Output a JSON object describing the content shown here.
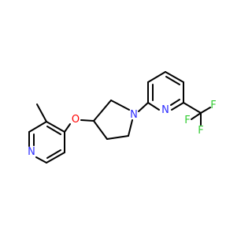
{
  "molecule": {
    "colors": {
      "bond": "#000000",
      "nitrogen": "#2b2bff",
      "oxygen": "#ff0000",
      "fluorine": "#33cc33"
    },
    "atoms": {
      "o_label": "O",
      "n_pyrrolidine_label": "N",
      "n_pyridine_label": "N",
      "n_methylpyridine_label": "N",
      "f1_label": "F",
      "f2_label": "F",
      "f3_label": "F"
    }
  }
}
